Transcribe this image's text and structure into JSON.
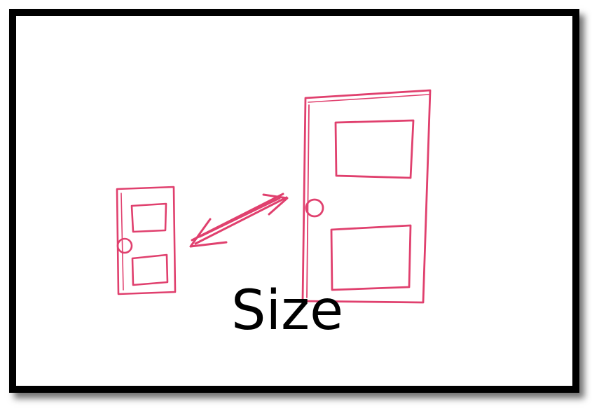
{
  "card": {
    "caption": "Size"
  },
  "illustration": {
    "items": [
      "small-door",
      "two-headed-arrow",
      "large-door"
    ],
    "stroke_color": "#e0406e"
  }
}
